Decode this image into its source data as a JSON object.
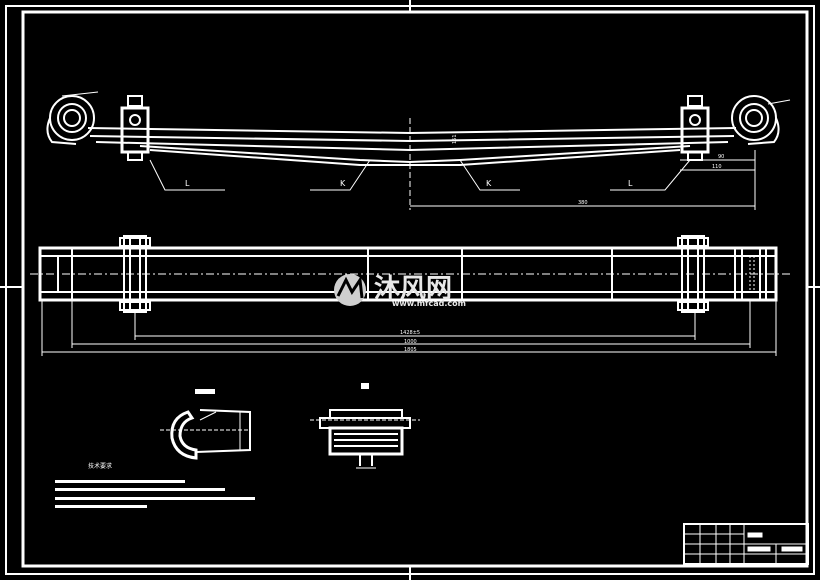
{
  "colors": {
    "background": "#000000",
    "lines": "#ffffff",
    "watermark": "#dddddd"
  },
  "labels": {
    "L": "L",
    "K": "K"
  },
  "dims": {
    "d1": "90",
    "d2": "110",
    "d3": "380",
    "d4": "151",
    "overall1": "1428±5",
    "overall2": "1000",
    "overall3": "1805"
  },
  "notes": {
    "title": "技术要求"
  },
  "watermark": {
    "brand": "沐风网",
    "url": "www.mfcad.com"
  },
  "icons": {
    "logo": "mfcad-logo-icon"
  }
}
